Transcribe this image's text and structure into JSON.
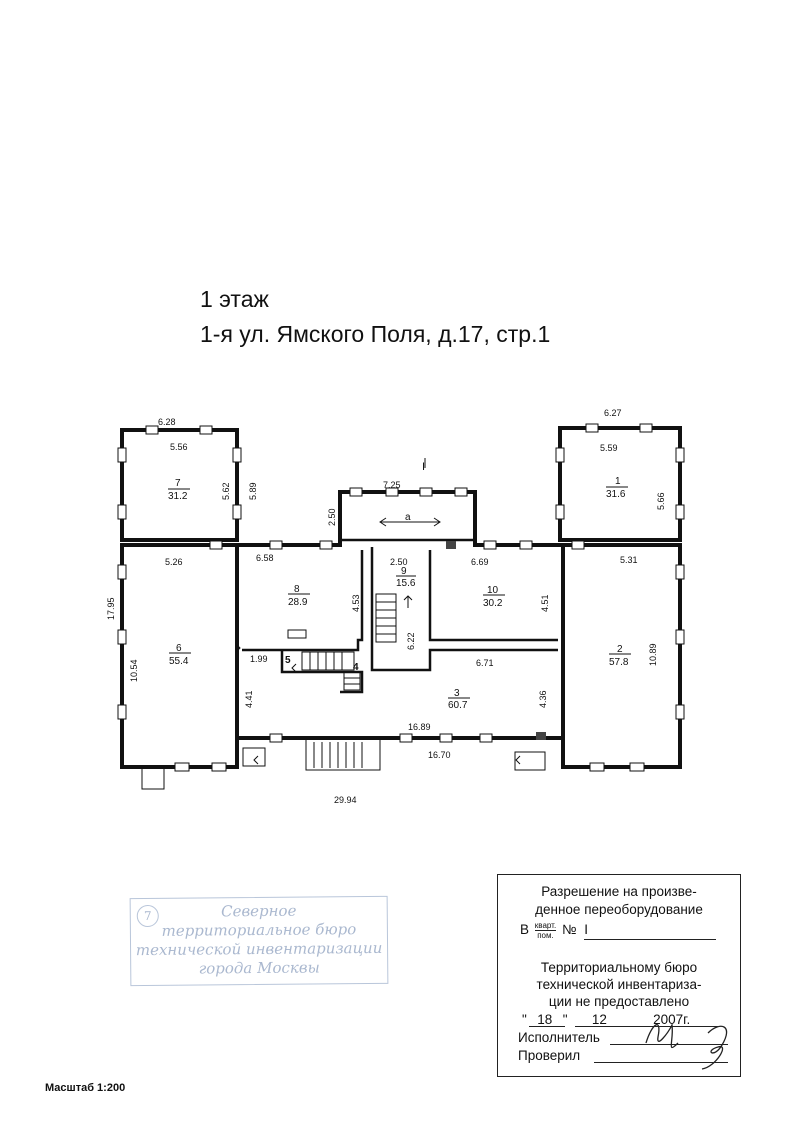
{
  "header": {
    "floor": "1 этаж",
    "address": "1-я ул. Ямского Поля, д.17, стр.1"
  },
  "plan": {
    "section_mark": "I",
    "rooms": [
      {
        "no": "1",
        "area": "31.6"
      },
      {
        "no": "2",
        "area": "57.8"
      },
      {
        "no": "3",
        "area": "60.7"
      },
      {
        "no": "4",
        "area": ""
      },
      {
        "no": "5",
        "area": ""
      },
      {
        "no": "6",
        "area": "55.4"
      },
      {
        "no": "7",
        "area": "31.2"
      },
      {
        "no": "8",
        "area": "28.9"
      },
      {
        "no": "9",
        "area": "15.6"
      },
      {
        "no": "10",
        "area": "30.2"
      },
      {
        "no": "a",
        "area": ""
      }
    ],
    "dimensions": {
      "d628": "6.28",
      "d556": "5.56",
      "d562": "5.62",
      "d589": "5.89",
      "d627": "6.27",
      "d559": "5.59",
      "d566": "5.66",
      "d725": "7.25",
      "d250v": "2.50",
      "d250h": "2.50",
      "d526": "5.26",
      "d1795": "17.95",
      "d1054": "10.54",
      "d658": "6.58",
      "d453": "4.53",
      "d199": "1.99",
      "d441": "4.41",
      "d669": "6.69",
      "d451": "4.51",
      "d622": "6.22",
      "d531": "5.31",
      "d1089": "10.89",
      "d671": "6.71",
      "d436": "4.36",
      "d1689": "16.89",
      "d1670": "16.70",
      "d2994": "29.94"
    }
  },
  "scale": "Масштаб 1:200",
  "permit": {
    "line1": "Разрешение на произве-",
    "line2": "денное переоборудование",
    "b_prefix": "В",
    "frac_top": "кварт.",
    "frac_bottom": "пом.",
    "no_label": "№",
    "no_value": "I",
    "line4": "Территориальному бюро",
    "line5": "технической инвентариза-",
    "line6": "ции не предоставлено",
    "day": "18",
    "month": "12",
    "year": "2007",
    "year_suffix": "г.",
    "executor": "Исполнитель",
    "checker": "Проверил"
  },
  "bti_stamp": {
    "number": "7",
    "lines": [
      "Северное",
      "территориальное бюро",
      "технической инвентаризации",
      "города Москвы"
    ]
  }
}
